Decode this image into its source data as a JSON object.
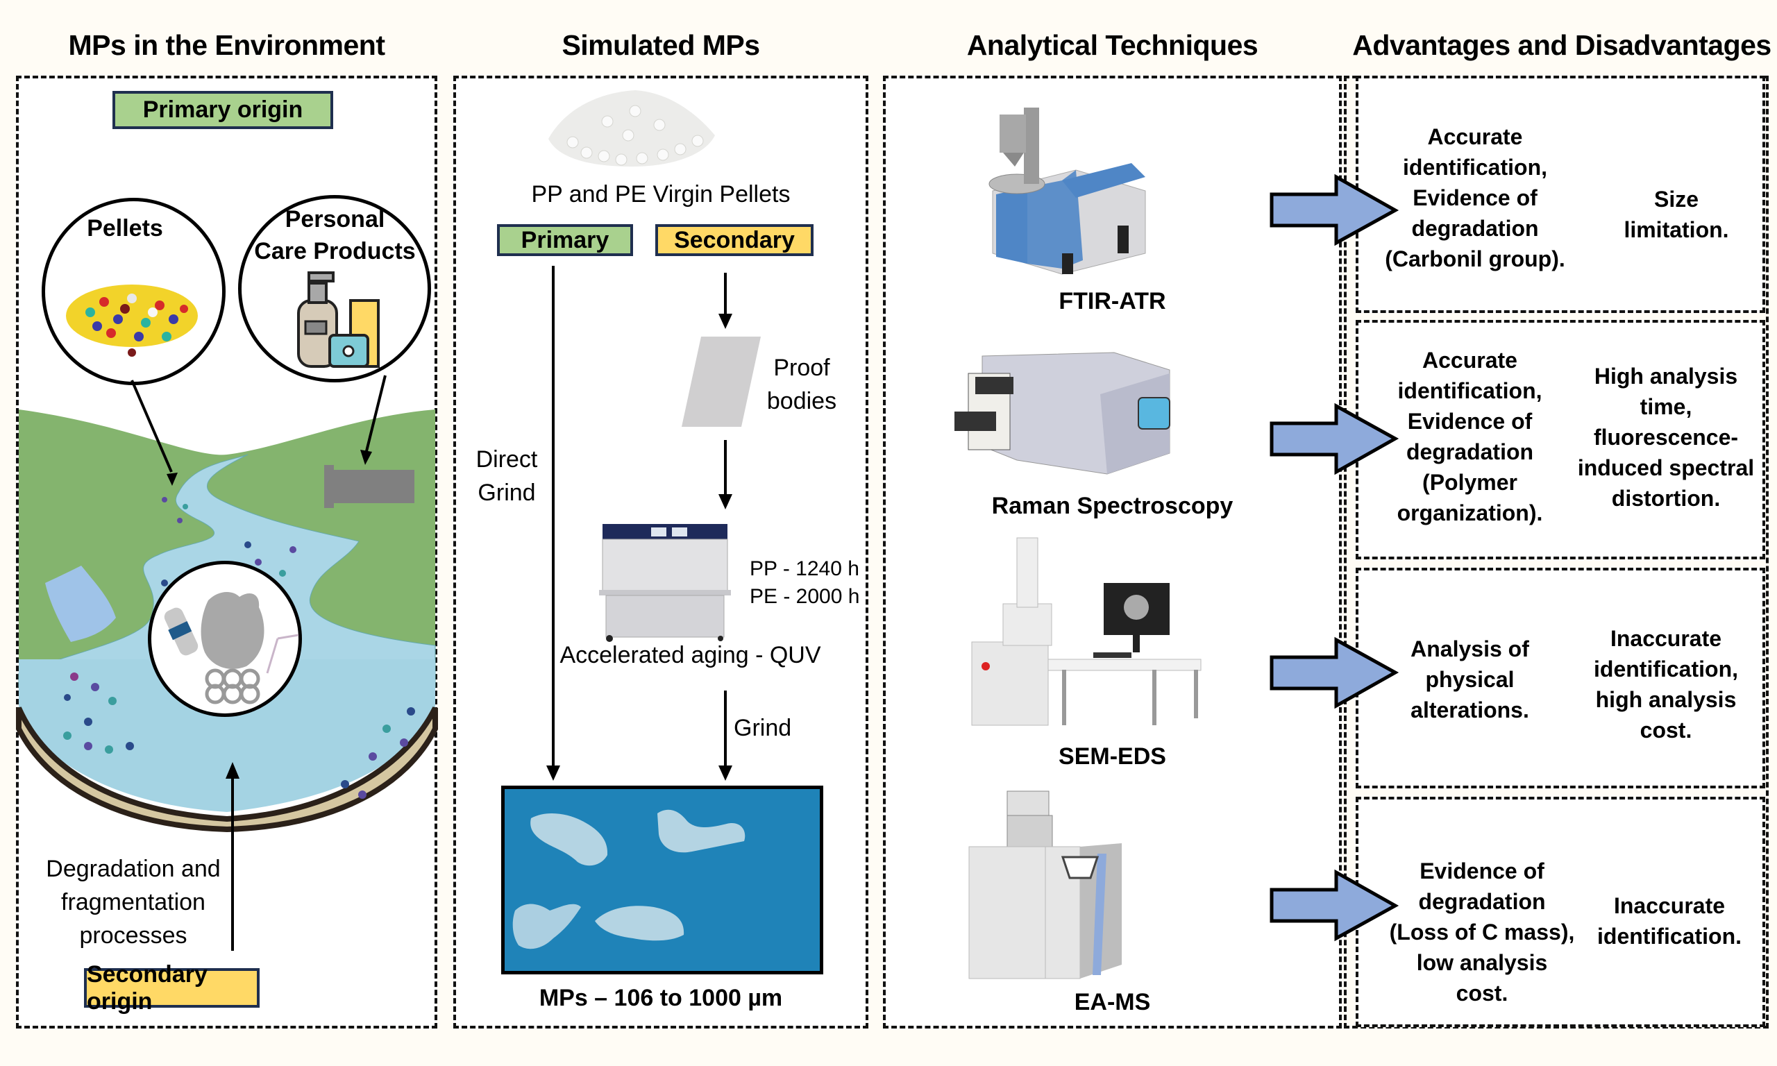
{
  "columns": {
    "environment": {
      "title": "MPs in the Environment",
      "primary_origin": "Primary origin",
      "pellets_label": "Pellets",
      "personal_care_label": "Personal\nCare Products",
      "degradation_label": "Degradation and\nfragmentation\nprocesses",
      "secondary_origin": "Secondary origin"
    },
    "simulated": {
      "title": "Simulated MPs",
      "virgin_pellets_label": "PP and PE Virgin Pellets",
      "primary_tag": "Primary",
      "secondary_tag": "Secondary",
      "proof_bodies_label": "Proof\nbodies",
      "direct_grind_label": "Direct\nGrind",
      "aging_times": [
        "PP - 1240 h",
        "PE - 2000 h"
      ],
      "aging_label": "Accelerated aging - QUV",
      "grind_label": "Grind",
      "result_label": "MPs – 106 to 1000 µm"
    },
    "techniques": {
      "title": "Analytical Techniques",
      "items": [
        {
          "name": "FTIR-ATR",
          "icon": "ftir-spectrometer-icon"
        },
        {
          "name": "Raman Spectroscopy",
          "icon": "raman-spectrometer-icon"
        },
        {
          "name": "SEM-EDS",
          "icon": "electron-microscope-icon"
        },
        {
          "name": "EA-MS",
          "icon": "elemental-analyzer-icon"
        }
      ]
    },
    "evaluation": {
      "title": "Advantages and Disadvantages",
      "rows": [
        {
          "advantages": "Accurate\nidentification,\nEvidence of\ndegradation\n(Carbonil group).",
          "disadvantages": "Size\nlimitation."
        },
        {
          "advantages": "Accurate\nidentification,\nEvidence of\ndegradation\n(Polymer\norganization).",
          "disadvantages": "High analysis\ntime,\nfluorescence-\ninduced spectral\ndistortion."
        },
        {
          "advantages": "Analysis of\nphysical\nalterations.",
          "disadvantages": "Inaccurate\nidentification,\nhigh analysis\ncost."
        },
        {
          "advantages": "Evidence of\ndegradation\n(Loss of C mass),\nlow analysis\ncost.",
          "disadvantages": "Inaccurate\nidentification."
        }
      ]
    }
  },
  "colors": {
    "primary_tag": "#a9d18e",
    "secondary_tag": "#ffd966",
    "arrow_fill": "#8eaadb",
    "grass": "#84b46e",
    "water": "#aad6e6",
    "sand": "#d5c7a1",
    "mps_photo_bg": "#1f83b8"
  }
}
